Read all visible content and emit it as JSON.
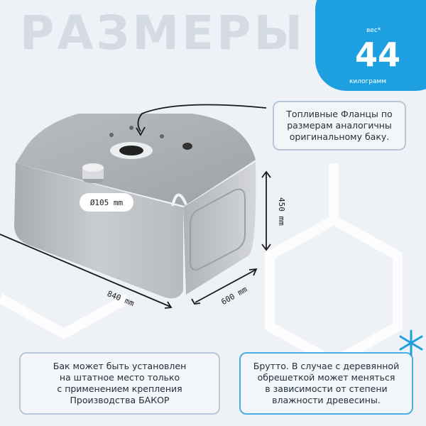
{
  "title": "РАЗМЕРЫ",
  "weight": {
    "label_top": "вес*",
    "value": "44",
    "label_bottom": "килограмм"
  },
  "flange_note": "Топливные Фланцы по\nразмерам аналогичны\nоригинальному баку.",
  "install_note": "Бак может быть установлен\nна штатное место только\nс применением крепления\nПроизводства БАКОР",
  "gross_note": "Брутто. В случае с деревянной\nобрешеткой может меняться\nв зависимости от степени\nвлажности древесины.",
  "dimensions": {
    "diameter": "Ø105 mm",
    "height": "450 mm",
    "length": "840 mm",
    "width": "600 mm"
  },
  "colors": {
    "accent": "#1ea0e0",
    "title": "#d4dbe4"
  }
}
